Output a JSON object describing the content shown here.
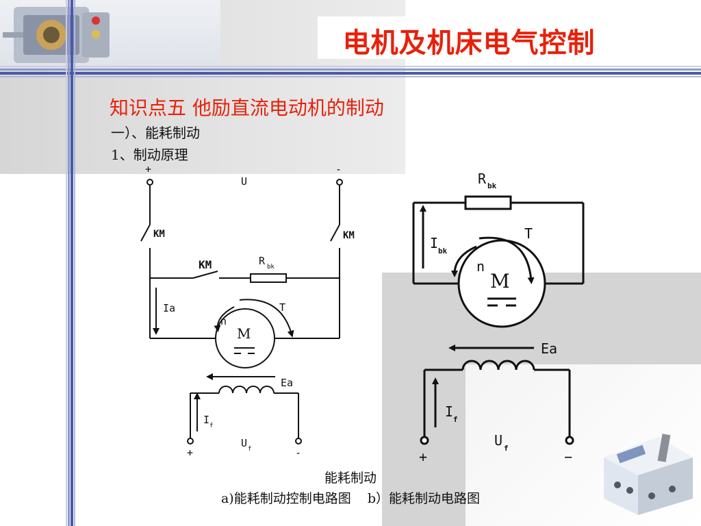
{
  "slide": {
    "title": "电机及机床电气控制",
    "heading": "知识点五  他励直流电动机的制动",
    "subheading_1": "一）、能耗制动",
    "subheading_2": "1、制动原理",
    "caption_1": "能耗制动",
    "caption_2": "a)能耗制动控制电路图    b）能耗制动电路图"
  },
  "diagram_a": {
    "plus_top": "+",
    "minus_top": "-",
    "voltage": "U",
    "switch_left": "KM",
    "switch_right": "KM",
    "switch_mid": "KM",
    "resistor": "R",
    "resistor_sub": "bk",
    "armature_current": "Ia",
    "torque": "T",
    "speed": "n",
    "motor": "M",
    "emf": "Ea",
    "field_current": "I",
    "field_current_sub": "f",
    "field_voltage": "U",
    "field_voltage_sub": "f",
    "plus_bottom": "+",
    "minus_bottom": "-"
  },
  "diagram_b": {
    "resistor": "R",
    "resistor_sub": "bk",
    "brake_current": "I",
    "brake_current_sub": "bk",
    "torque": "T",
    "speed": "n",
    "motor": "M",
    "emf": "Ea",
    "field_current": "I",
    "field_current_sub": "f",
    "field_voltage": "U",
    "field_voltage_sub": "f",
    "plus_bottom": "+",
    "minus_bottom": "−"
  },
  "colors": {
    "title_red": "#e8200a",
    "stripe_blue": "#4a5aa8",
    "line": "#111111"
  }
}
